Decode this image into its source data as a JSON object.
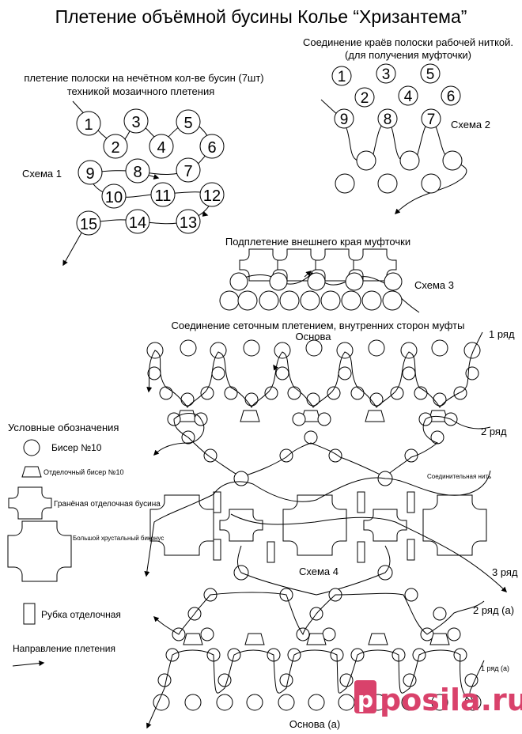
{
  "title": "Плетение объёмной бусины Колье “Хризантема”",
  "scheme1": {
    "caption_line1": "плетение полоски на нечётном кол-ве бусин (7шт)",
    "caption_line2": "техникой мозаичного плетения",
    "label": "Схема 1",
    "numbers": [
      "1",
      "2",
      "3",
      "4",
      "5",
      "6",
      "7",
      "8",
      "9",
      "10",
      "11",
      "12",
      "13",
      "14",
      "15"
    ]
  },
  "scheme2": {
    "caption_line1": "Соединение краёв полоски рабочей ниткой.",
    "caption_line2": "(для получения муфточки)",
    "label": "Схема 2",
    "numbers": [
      "1",
      "3",
      "5",
      "2",
      "4",
      "6",
      "9",
      "8",
      "7"
    ]
  },
  "scheme3": {
    "caption": "Подплетение внешнего края муфточки",
    "label": "Схема 3"
  },
  "scheme4": {
    "caption": "Соединение сеточным плетением, внутренних сторон муфты",
    "base_top": "Основа",
    "base_bottom": "Основа (а)",
    "label": "Схема 4",
    "rows": {
      "r1": "1 ряд",
      "r2": "2 ряд",
      "r3": "3 ряд",
      "r2a": "2 ряд (а)",
      "r1a": "1 ряд (а)"
    },
    "connecting_thread": "Соединительная нить"
  },
  "legend": {
    "title": "Условные обозначения",
    "seed_bead": "Бисер №10",
    "finishing_bead": "Отделочный бисер №10",
    "faceted_bead": "Гранёная отделочная бусина",
    "bicone": "Большой хрустальный биконус",
    "bugle": "Рубка отделочная",
    "direction": "Направление плетения"
  },
  "watermark": "posila.ru"
}
